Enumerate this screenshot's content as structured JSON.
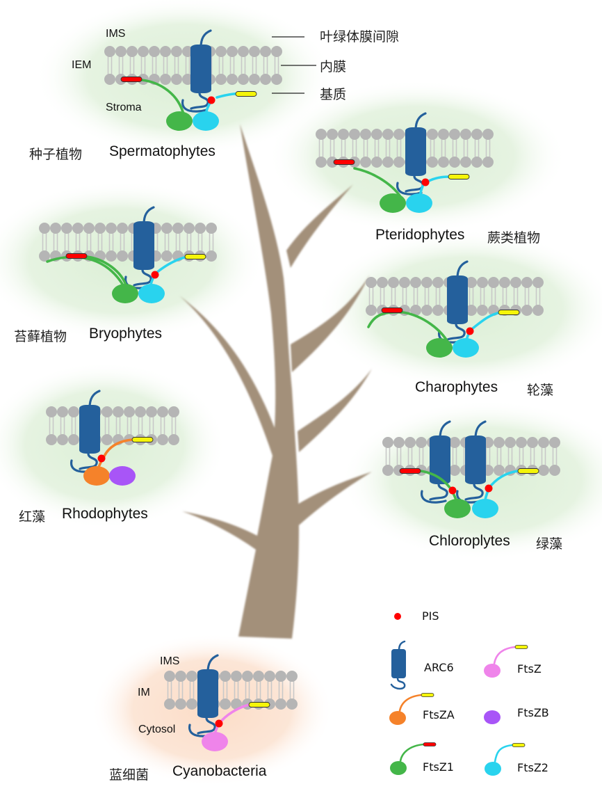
{
  "colors": {
    "lipid": "#b5b5b5",
    "lipid_tail": "#c8c8c8",
    "arc6": "#24609c",
    "pis": "#ff0000",
    "ftsz1": "#44b649",
    "ftsz2": "#29d3ee",
    "ftsza": "#f5822a",
    "ftszb": "#a855f7",
    "ftsz": "#ef84ea",
    "cterm_red": "#ff0000",
    "cterm_yellow": "#f5f50a",
    "tree": "#a3907a",
    "glow_green": "#dcefd6",
    "glow_orange": "#fbdcc6"
  },
  "annotations": {
    "ims": "叶绿体膜间隙",
    "inner_membrane": "内膜",
    "stroma": "基质"
  },
  "panels": [
    {
      "id": "spermatophytes",
      "en": "Spermatophytes",
      "cn": "种子植物",
      "labels": {
        "ims": "IMS",
        "iem": "IEM",
        "stroma": "Stroma"
      }
    },
    {
      "id": "pteridophytes",
      "en": "Pteridophytes",
      "cn": "蕨类植物"
    },
    {
      "id": "bryophytes",
      "en": "Bryophytes",
      "cn": "苔藓植物"
    },
    {
      "id": "charophytes",
      "en": "Charophytes",
      "cn": "轮藻"
    },
    {
      "id": "rhodophytes",
      "en": "Rhodophytes",
      "cn": "红藻"
    },
    {
      "id": "chloroplytes",
      "en": "Chloroplytes",
      "cn": "绿藻"
    },
    {
      "id": "cyanobacteria",
      "en": "Cyanobacteria",
      "cn": "蓝细菌",
      "labels": {
        "ims": "IMS",
        "im": "IM",
        "cytosol": "Cytosol"
      }
    }
  ],
  "legend": {
    "pis": "PIS",
    "arc6": "ARC6",
    "ftsz": "FtsZ",
    "ftsza": "FtsZA",
    "ftszb": "FtsZB",
    "ftsz1": "FtsZ1",
    "ftsz2": "FtsZ2"
  }
}
